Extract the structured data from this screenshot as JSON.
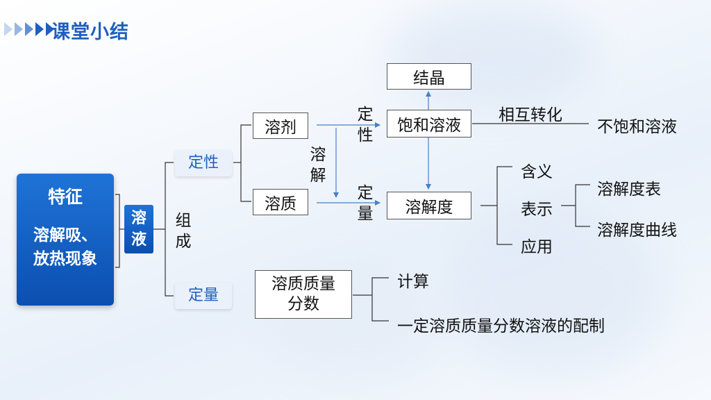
{
  "header": {
    "title": "课堂小结"
  },
  "feature": {
    "title": "特征",
    "desc_line1": "溶解吸、",
    "desc_line2": "放热现象"
  },
  "solution": {
    "char1": "溶",
    "char2": "液"
  },
  "composition": {
    "char1": "组",
    "char2": "成"
  },
  "branches": {
    "qualitative": "定性",
    "quantitative": "定量"
  },
  "qualitative": {
    "solvent": "溶剂",
    "solute": "溶质",
    "dissolve_char1": "溶",
    "dissolve_char2": "解",
    "qual_char1": "定",
    "qual_char2": "性",
    "quant_char1": "定",
    "quant_char2": "量",
    "crystallization": "结晶",
    "saturated": "饱和溶液",
    "mutual_conversion": "相互转化",
    "unsaturated": "不饱和溶液",
    "solubility": "溶解度",
    "meaning": "含义",
    "representation": "表示",
    "application": "应用",
    "solubility_table": "溶解度表",
    "solubility_curve": "溶解度曲线"
  },
  "quantitative": {
    "mass_fraction_line1": "溶质质量",
    "mass_fraction_line2": "分数",
    "calculation": "计算",
    "preparation": "一定溶质质量分数溶液的配制"
  }
}
